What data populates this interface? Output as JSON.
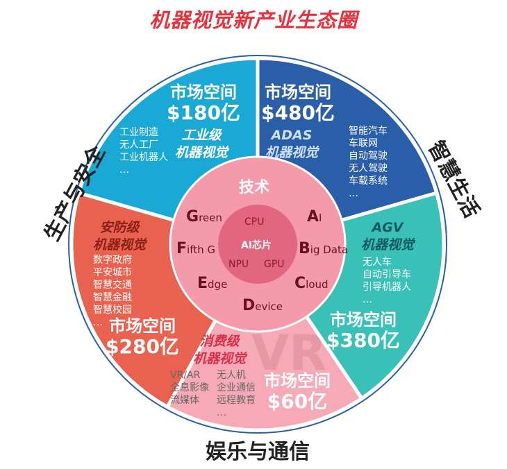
{
  "title": "机器视觉新产业生态圈",
  "colors": {
    "industrial": "#1aa8d4",
    "adas": "#2a5ea8",
    "agv": "#39c1b7",
    "consumer": "#f6aab8",
    "security": "#e8624f",
    "tech_ring": "#f59aab",
    "chip_core": "#e2667e"
  },
  "side_labels": {
    "left": "生产与安全",
    "right": "智慧生活",
    "bottom": "娱乐与通信"
  },
  "segments": {
    "industrial": {
      "market_label": "市场空间",
      "market_value": "$180亿",
      "category": [
        "工业级",
        "机器视觉"
      ],
      "items": [
        "工业制造",
        "无人工厂",
        "工业机器人",
        "…"
      ]
    },
    "adas": {
      "market_label": "市场空间",
      "market_value": "$480亿",
      "category": [
        "ADAS",
        "机器视觉"
      ],
      "items": [
        "智能汽车",
        "车联网",
        "自动驾驶",
        "无人驾驶",
        "车载系统",
        "…"
      ]
    },
    "agv": {
      "market_label": "市场空间",
      "market_value": "$380亿",
      "category": [
        "AGV",
        "机器视觉"
      ],
      "items": [
        "无人车",
        "自动引导车",
        "引导机器人",
        "…"
      ]
    },
    "consumer": {
      "market_label": "市场空间",
      "market_value": "$60亿",
      "category": [
        "消费级",
        "机器视觉"
      ],
      "items_col1": [
        "VR/AR",
        "全息影像",
        "流媒体"
      ],
      "items_col2": [
        "无人机",
        "企业通信",
        "远程教育",
        "…"
      ],
      "watermark": "VR"
    },
    "security": {
      "market_label": "市场空间",
      "market_value": "$280亿",
      "category": [
        "安防级",
        "机器视觉"
      ],
      "items": [
        "数字政府",
        "平安城市",
        "智慧交通",
        "智慧金融",
        "智慧校园",
        "…"
      ]
    }
  },
  "technology": {
    "title": "技术",
    "items": [
      {
        "initial": "G",
        "rest": "reen"
      },
      {
        "initial": "A",
        "rest": "I"
      },
      {
        "initial": "F",
        "rest": "ifth G"
      },
      {
        "initial": "B",
        "rest": "ig Data"
      },
      {
        "initial": "E",
        "rest": "dge"
      },
      {
        "initial": "C",
        "rest": "loud"
      },
      {
        "initial": "D",
        "rest": "evice"
      }
    ]
  },
  "chip": {
    "title": "AI芯片",
    "items": [
      "CPU",
      "NPU",
      "GPU"
    ]
  }
}
